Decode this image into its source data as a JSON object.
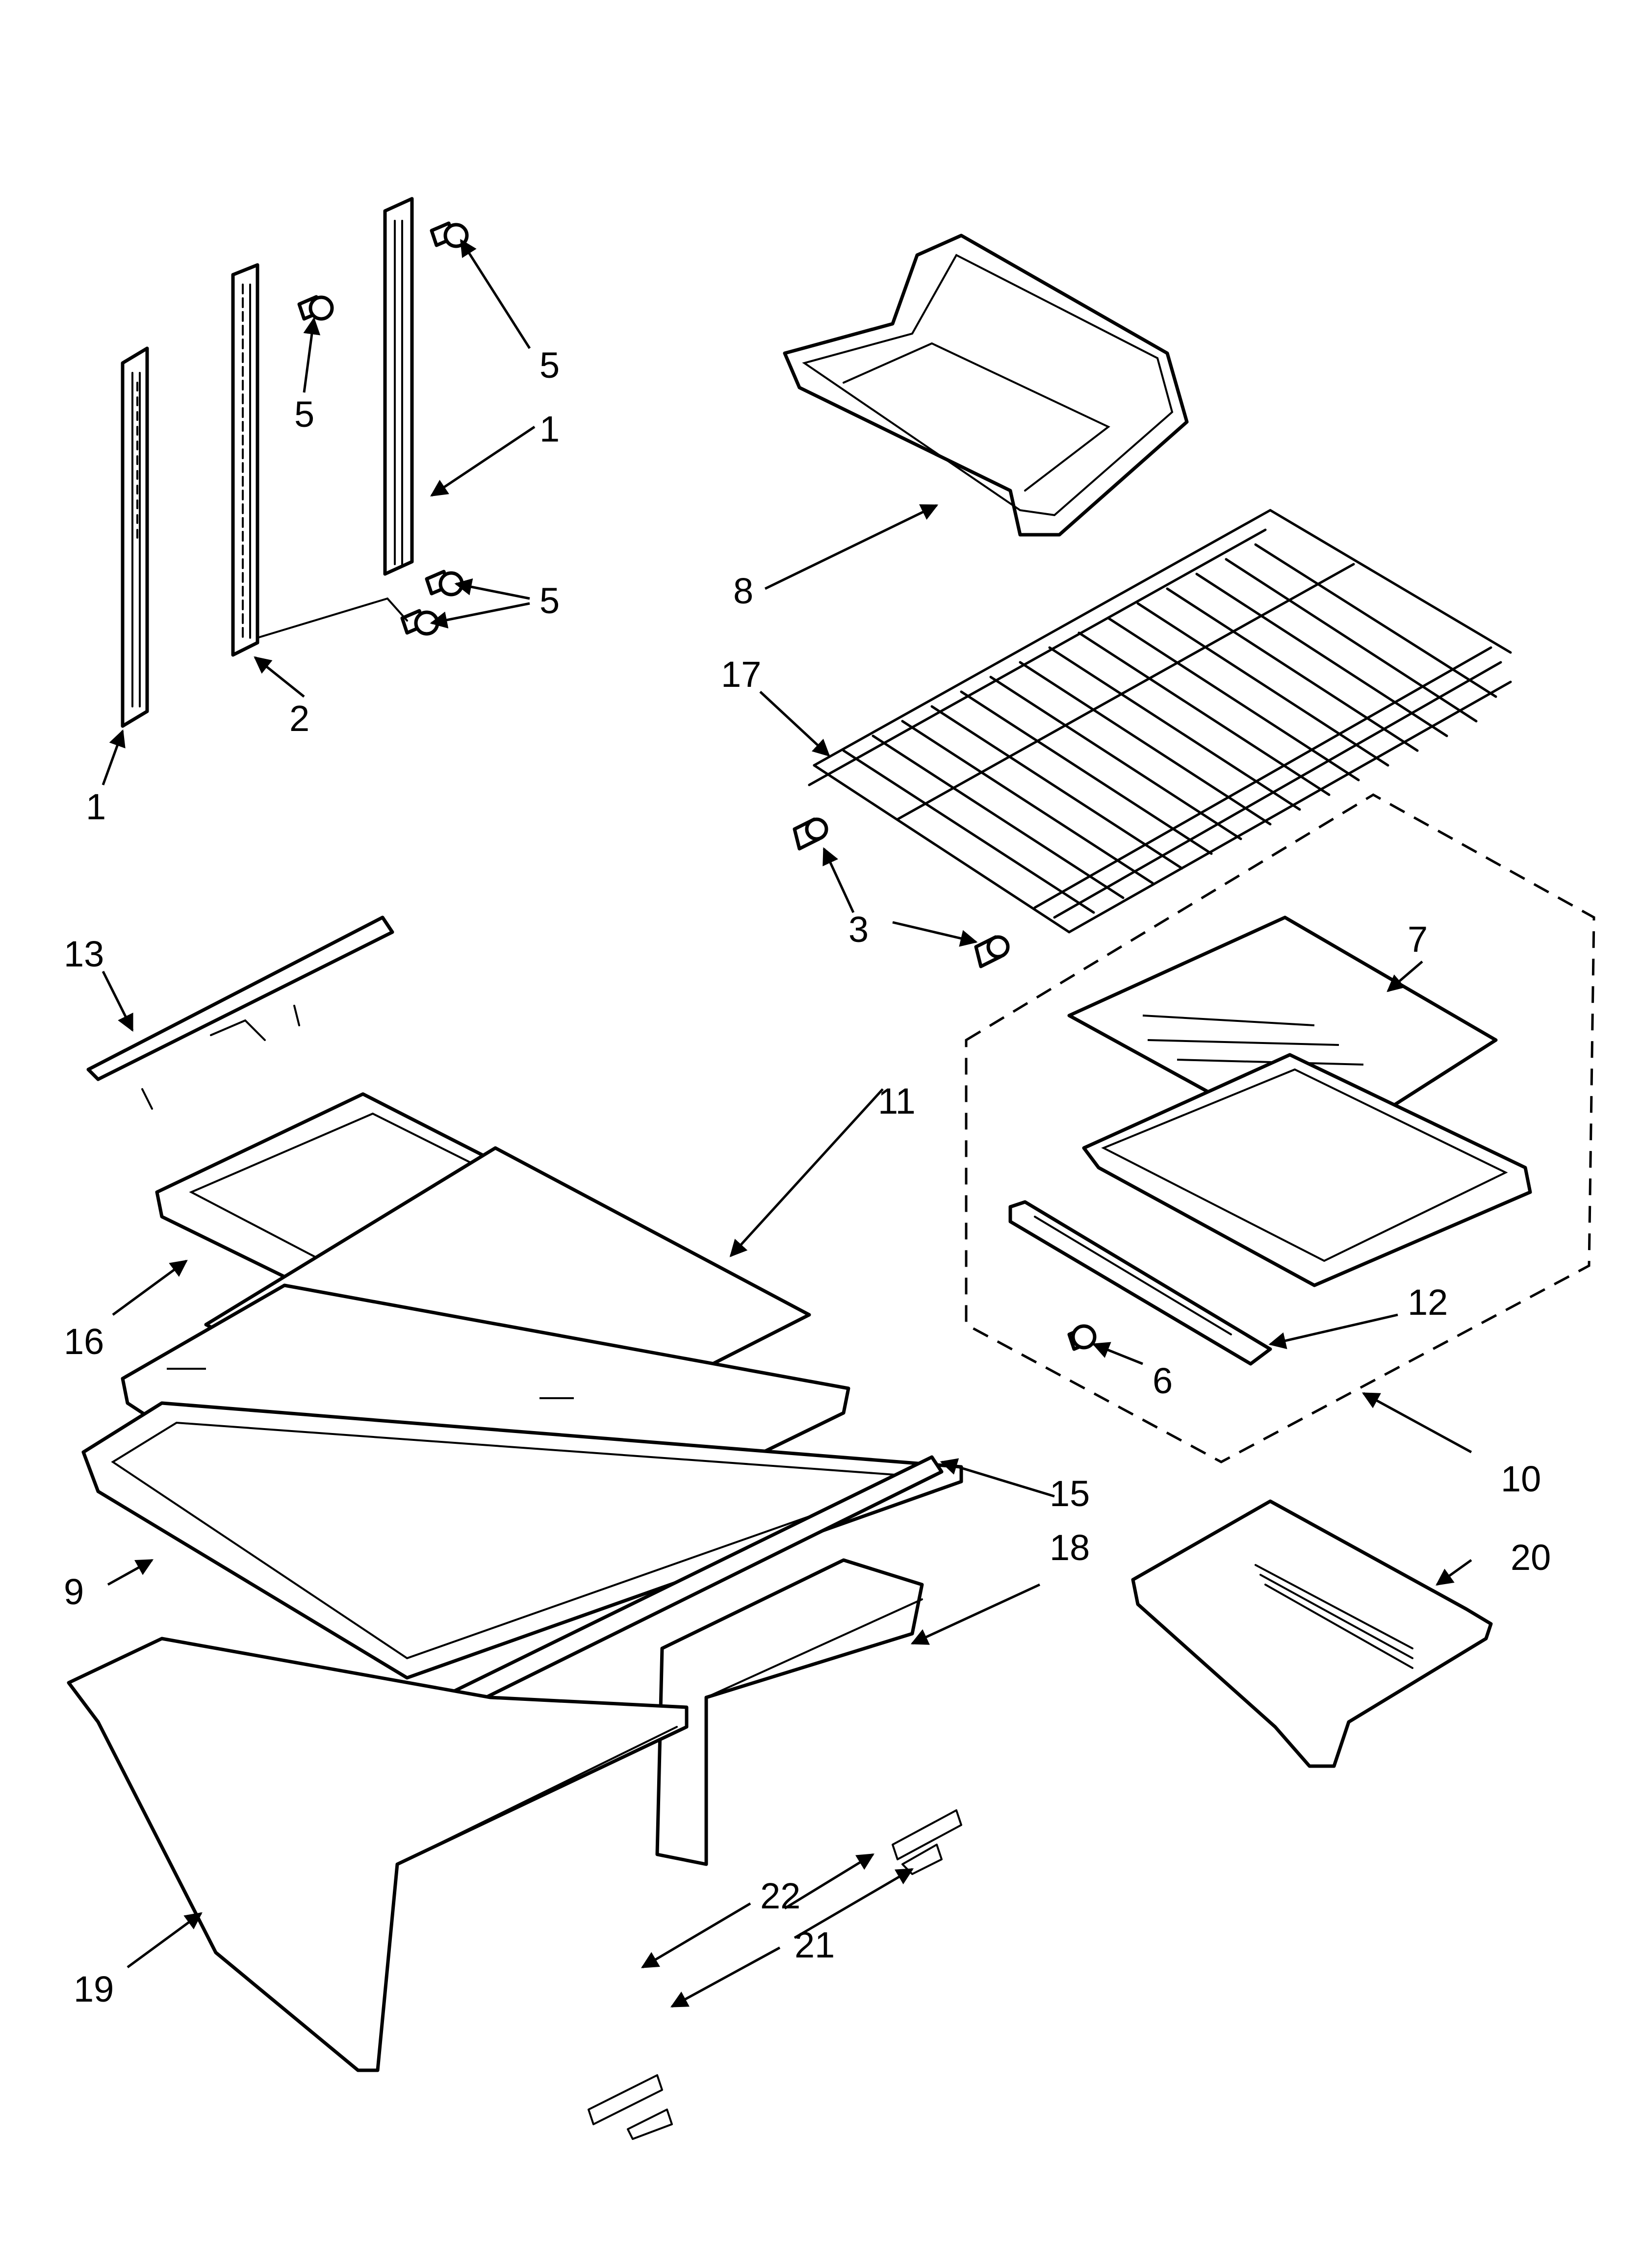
{
  "callouts": {
    "c1_left": "1",
    "c1_right": "1",
    "c2": "2",
    "c3": "3",
    "c5_top_right": "5",
    "c5_middle": "5",
    "c5_bottom": "5",
    "c6": "6",
    "c7": "7",
    "c8": "8",
    "c9": "9",
    "c10": "10",
    "c11": "11",
    "c12": "12",
    "c13": "13",
    "c15": "15",
    "c16": "16",
    "c17": "17",
    "c18": "18",
    "c19": "19",
    "c20": "20",
    "c21": "21",
    "c22": "22"
  }
}
